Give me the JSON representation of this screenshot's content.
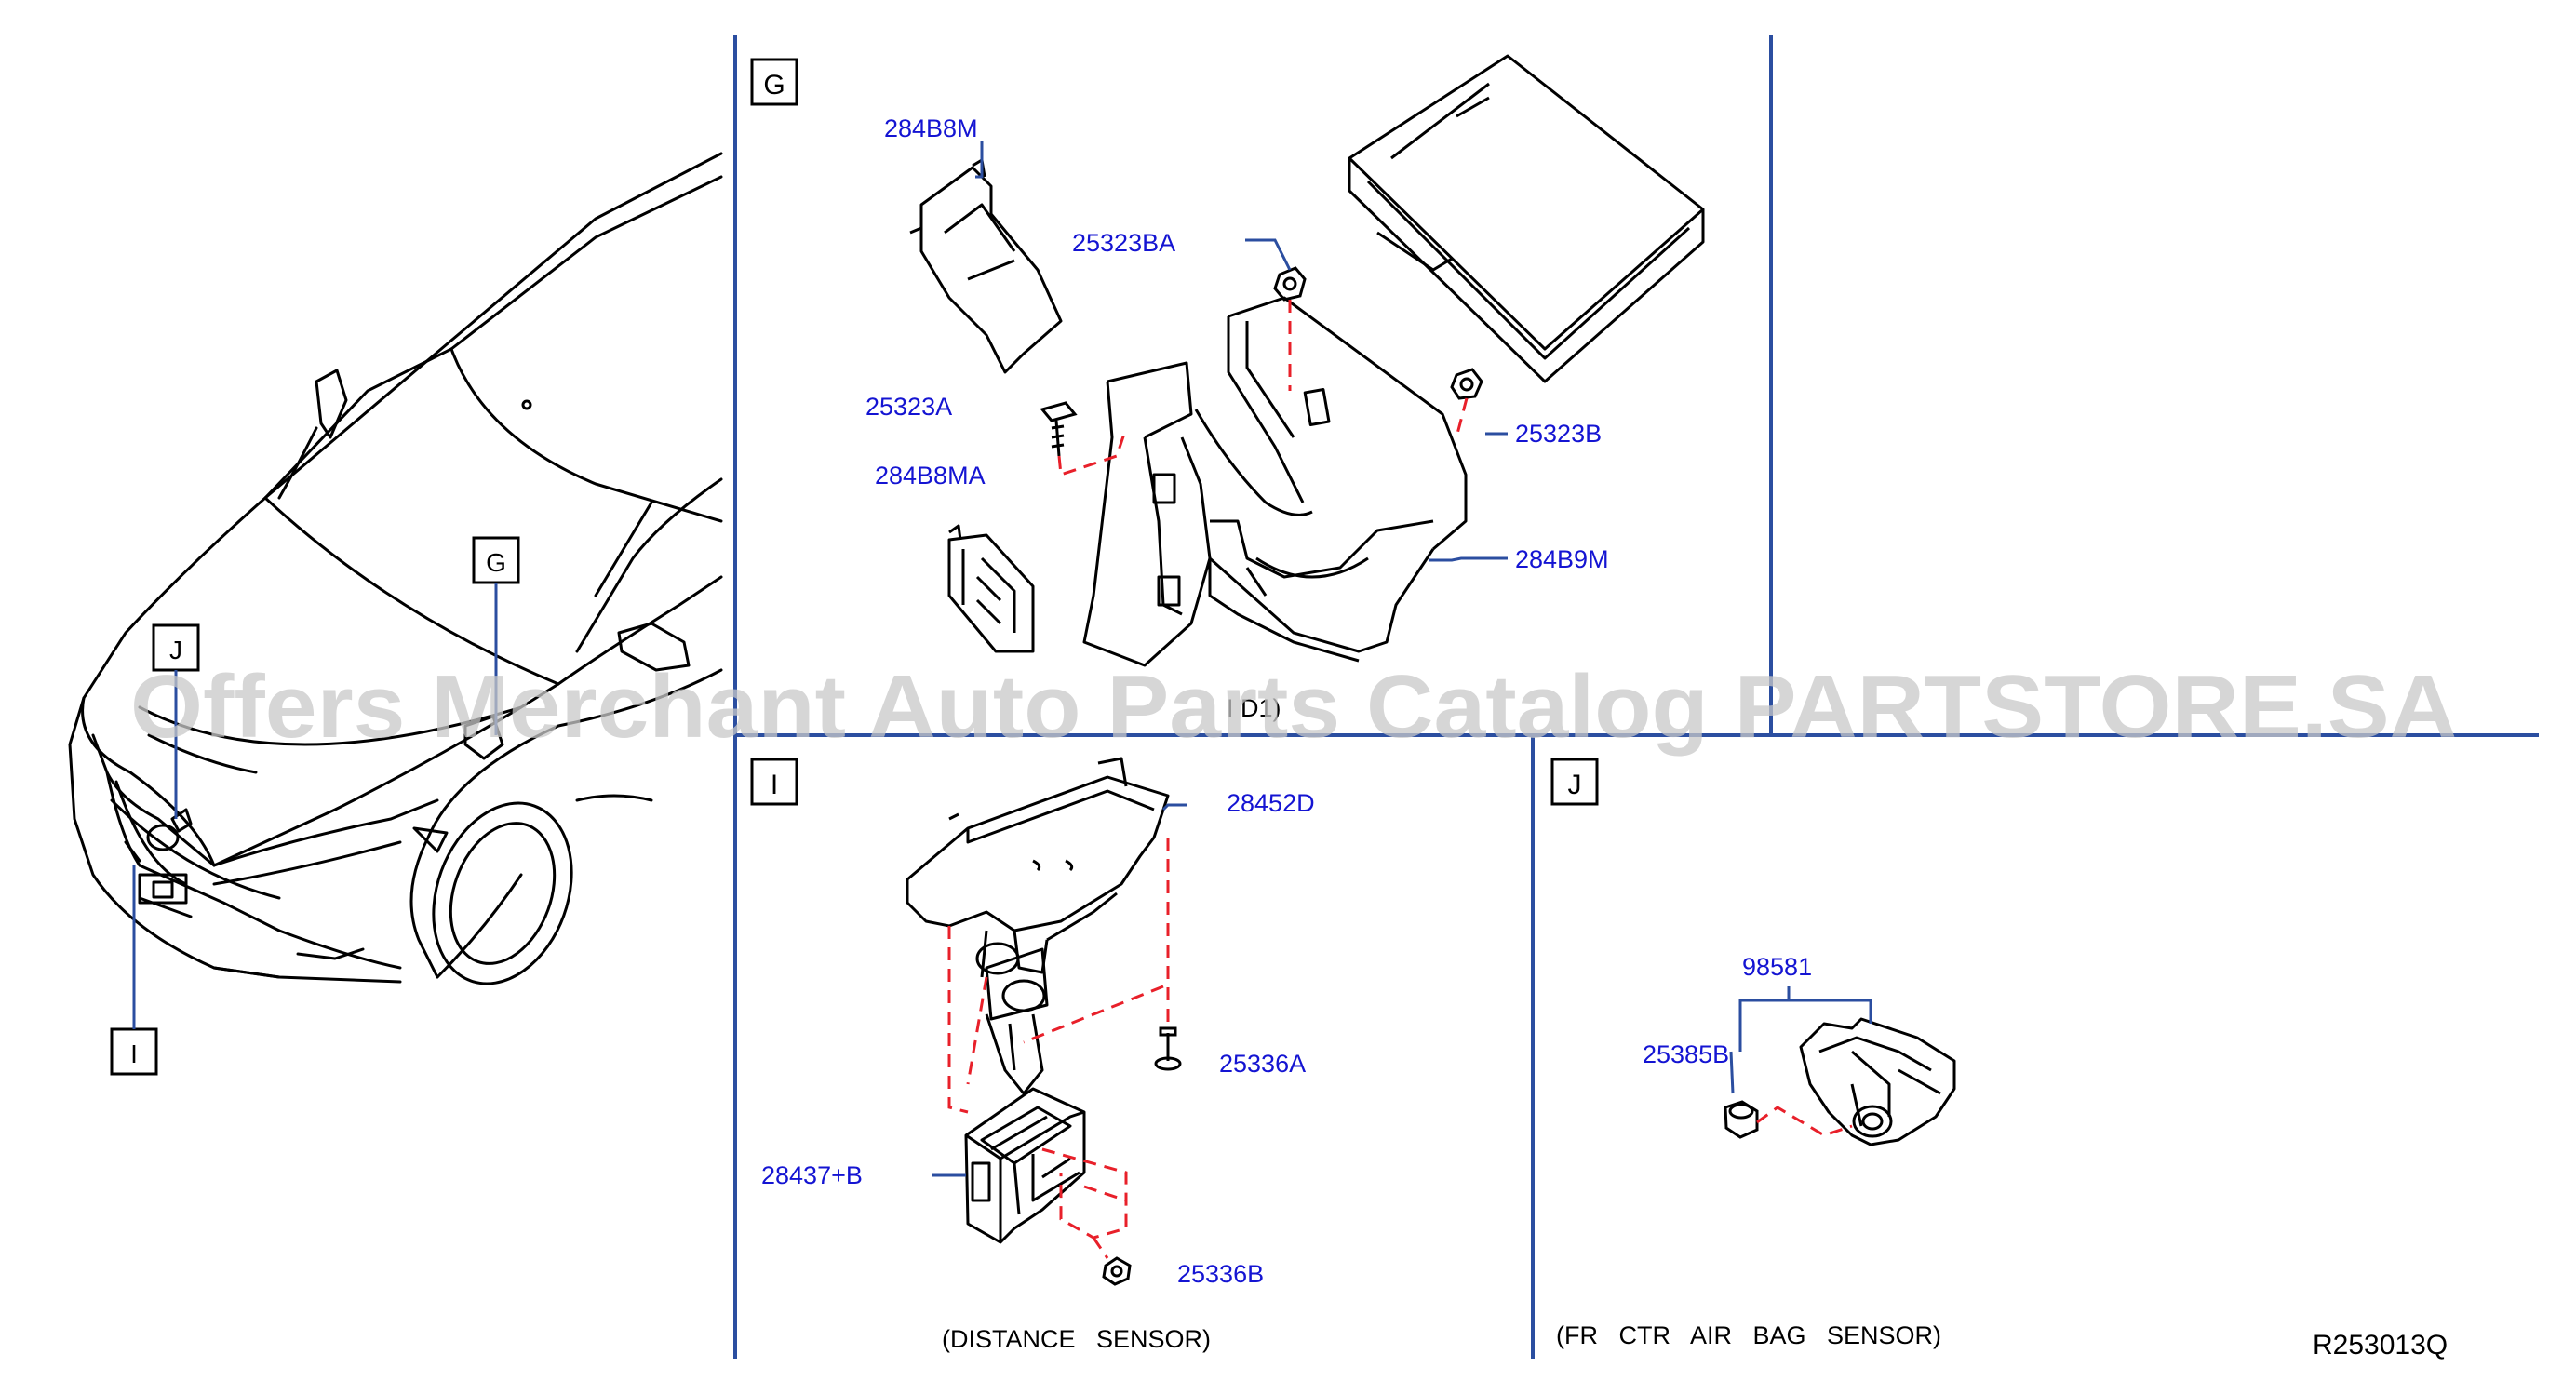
{
  "sections": {
    "G": "G",
    "I": "I",
    "J": "J"
  },
  "callouts": {
    "J": "J",
    "G": "G",
    "I": "I"
  },
  "part_numbers": {
    "p284B8M": "284B8M",
    "p25323BA": "25323BA",
    "p25323A": "25323A",
    "p284B8MA": "284B8MA",
    "p25323B": "25323B",
    "p284B9M": "284B9M",
    "p28452D": "28452D",
    "p25336A": "25336A",
    "p28437B": "28437+B",
    "p25336B": "25336B",
    "p98581": "98581",
    "p25385B": "25385B"
  },
  "captions": {
    "distance_sensor": "(DISTANCE   SENSOR)",
    "fr_ctr_air_bag": "(FR   CTR   AIR   BAG   SENSOR)",
    "g_partial": "I  D1)"
  },
  "diagram_code": "R253013Q",
  "watermark": "Offers Merchant Auto Parts Catalog PARTSTORE.SA",
  "colors": {
    "divider": "#2b4ea0",
    "label": "#1414d2",
    "leader": "#2b4ea0",
    "dashed": "#e8202a",
    "ink": "#000000",
    "watermark": "#c8c8c8"
  }
}
